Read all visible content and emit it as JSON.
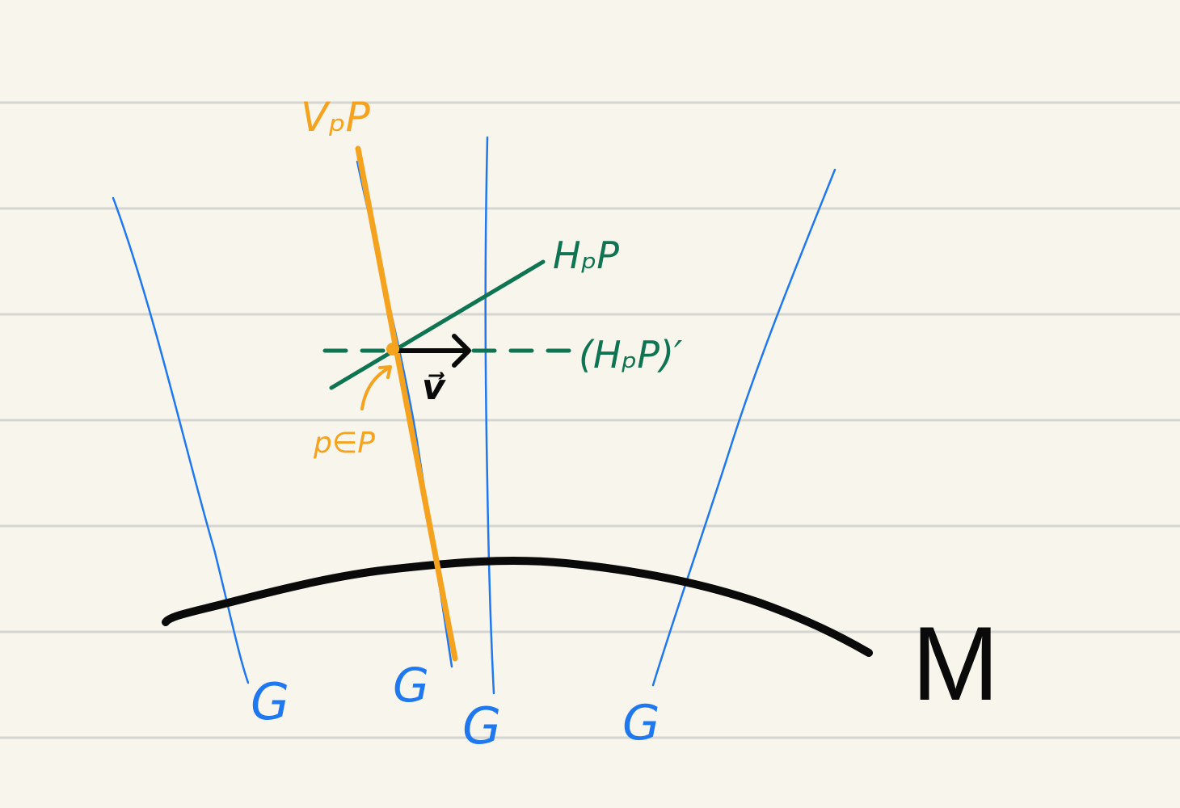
{
  "colors": {
    "paper": "#f8f6ec",
    "rule": "#d5d5d1",
    "fiber": "#1f78f0",
    "vertical": "#f5a21f",
    "horizontal": "#0e7452",
    "ink": "#0a0a0a"
  },
  "labels": {
    "vertical_space": "VₚP",
    "horizontal_space": "HₚP",
    "horizontal_space_alt": "(HₚP)′",
    "point": "p∈P",
    "vector": "v⃗",
    "base": "M",
    "fiber_1": "G",
    "fiber_2": "G",
    "fiber_3": "G",
    "fiber_4": "G"
  }
}
